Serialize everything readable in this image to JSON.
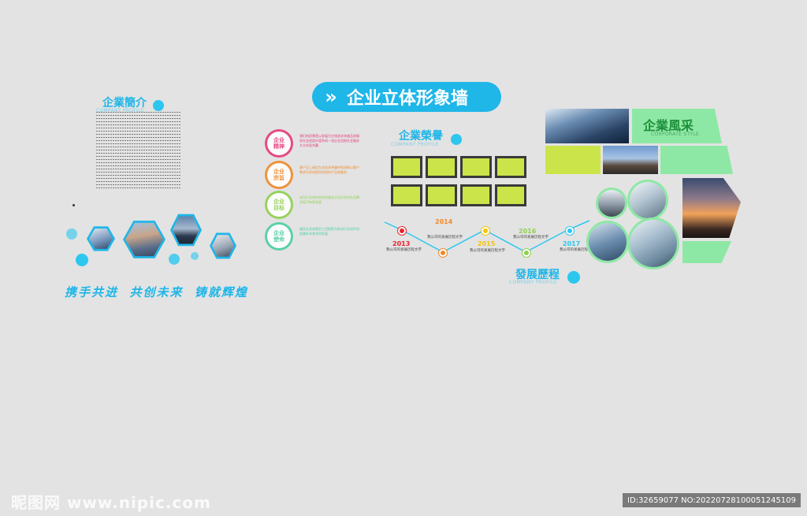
{
  "banner": {
    "chevron": "»",
    "title": "企业立体形象墙"
  },
  "intro": {
    "title": "企業簡介",
    "sub": "COMPANY PROFILE"
  },
  "slogan": "携手共进  共创未来  铸就辉煌",
  "values": [
    {
      "label": "企业\n精神",
      "color": "#e8397a",
      "text": "我们的愿景是以发展为主线追求卓越品质服务社会创造价值争创一流企业回报社会服务大众实现共赢"
    },
    {
      "label": "企业\n宗旨",
      "color": "#f08a2a",
      "text": "客户至上诚信为本追求卓越持续创新以客户需求为导向提供优质的产品和服务"
    },
    {
      "label": "企业\n目标",
      "color": "#8fd14f",
      "text": "成为行业领先的综合服务企业打造知名品牌实现可持续发展"
    },
    {
      "label": "企业\n使命",
      "color": "#4cd0a0",
      "text": "服务社会成就员工回报股东推动行业进步创造美好未来共同发展"
    }
  ],
  "honor": {
    "title": "企業榮譽",
    "sub": "COMPANY PROFILE"
  },
  "history": {
    "title": "發展歷程",
    "sub": "COMPANY PROFILE",
    "points": [
      {
        "year": "2013",
        "text": "我公司的发展历程文字",
        "color": "#e8232a"
      },
      {
        "year": "2014",
        "text": "我公司的发展历程文字",
        "color": "#f08a2a"
      },
      {
        "year": "2015",
        "text": "我公司的发展历程文字",
        "color": "#f5c400"
      },
      {
        "year": "2016",
        "text": "我公司的发展历程文字",
        "color": "#8fd14f"
      },
      {
        "year": "2017",
        "text": "我公司的发展历程文字",
        "color": "#2cc7ef"
      }
    ]
  },
  "style": {
    "title": "企業風采",
    "sub": "CORPORATE STYLE"
  },
  "watermark": {
    "left": "昵图网 www.nipic.com",
    "right": "ID:32659077 NO:20220728100051245109"
  }
}
